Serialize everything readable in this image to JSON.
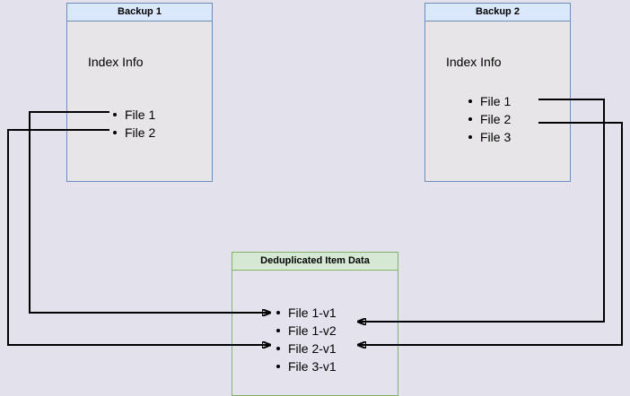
{
  "diagram": {
    "background_color": "#e3e1eb",
    "boxes": [
      {
        "id": "backup1",
        "title": "Backup 1",
        "section_label": "Index Info",
        "accent_color": "#6c8ebf",
        "header_fill": "#dae8fc",
        "items": [
          "File 1",
          "File 2"
        ]
      },
      {
        "id": "backup2",
        "title": "Backup 2",
        "section_label": "Index Info",
        "accent_color": "#6c8ebf",
        "header_fill": "#dae8fc",
        "items": [
          "File 1",
          "File 2",
          "File 3"
        ]
      },
      {
        "id": "dedup",
        "title": "Deduplicated Item Data",
        "accent_color": "#82b366",
        "header_fill": "#d5e8d4",
        "items": [
          "File 1-v1",
          "File 1-v2",
          "File 2-v1",
          "File 3-v1"
        ]
      }
    ],
    "connections": [
      {
        "id": "b1-file1-to-file1v1",
        "from": "Backup 1 / File 1",
        "to": "Deduplicated Item Data / File 1-v1"
      },
      {
        "id": "b1-file2-to-file2v1",
        "from": "Backup 1 / File 2",
        "to": "Deduplicated Item Data / File 2-v1"
      },
      {
        "id": "b2-file1-to-file1v2",
        "from": "Backup 2 / File 1",
        "to": "Deduplicated Item Data / File 1-v2"
      },
      {
        "id": "b2-file2-to-file2v1",
        "from": "Backup 2 / File 2",
        "to": "Deduplicated Item Data / File 2-v1"
      }
    ]
  }
}
